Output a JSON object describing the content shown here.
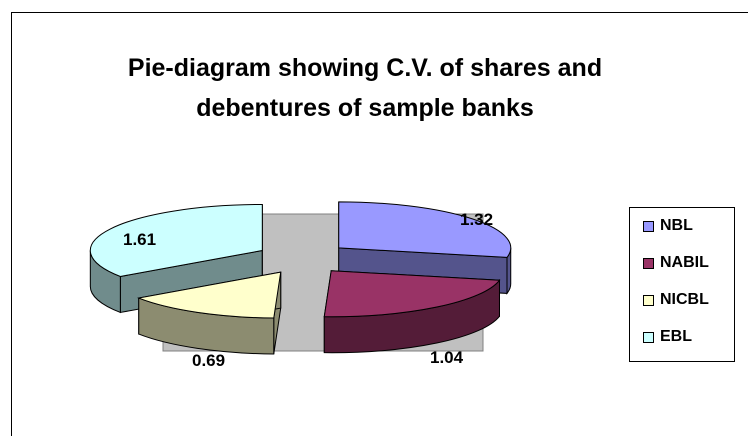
{
  "chart_data": {
    "type": "pie",
    "title": "Pie-diagram showing C.V. of shares and debentures of sample banks",
    "style": "3d-exploded",
    "legend_position": "right",
    "slices": [
      {
        "name": "NBL",
        "value": 1.32,
        "label": "1.32",
        "color": "#9999ff"
      },
      {
        "name": "NABIL",
        "value": 1.04,
        "label": "1.04",
        "color": "#993366"
      },
      {
        "name": "NICBL",
        "value": 0.69,
        "label": "0.69",
        "color": "#ffffcc"
      },
      {
        "name": "EBL",
        "value": 1.61,
        "label": "1.61",
        "color": "#ccffff"
      }
    ],
    "plot_area_color": "#c0c0c0"
  }
}
